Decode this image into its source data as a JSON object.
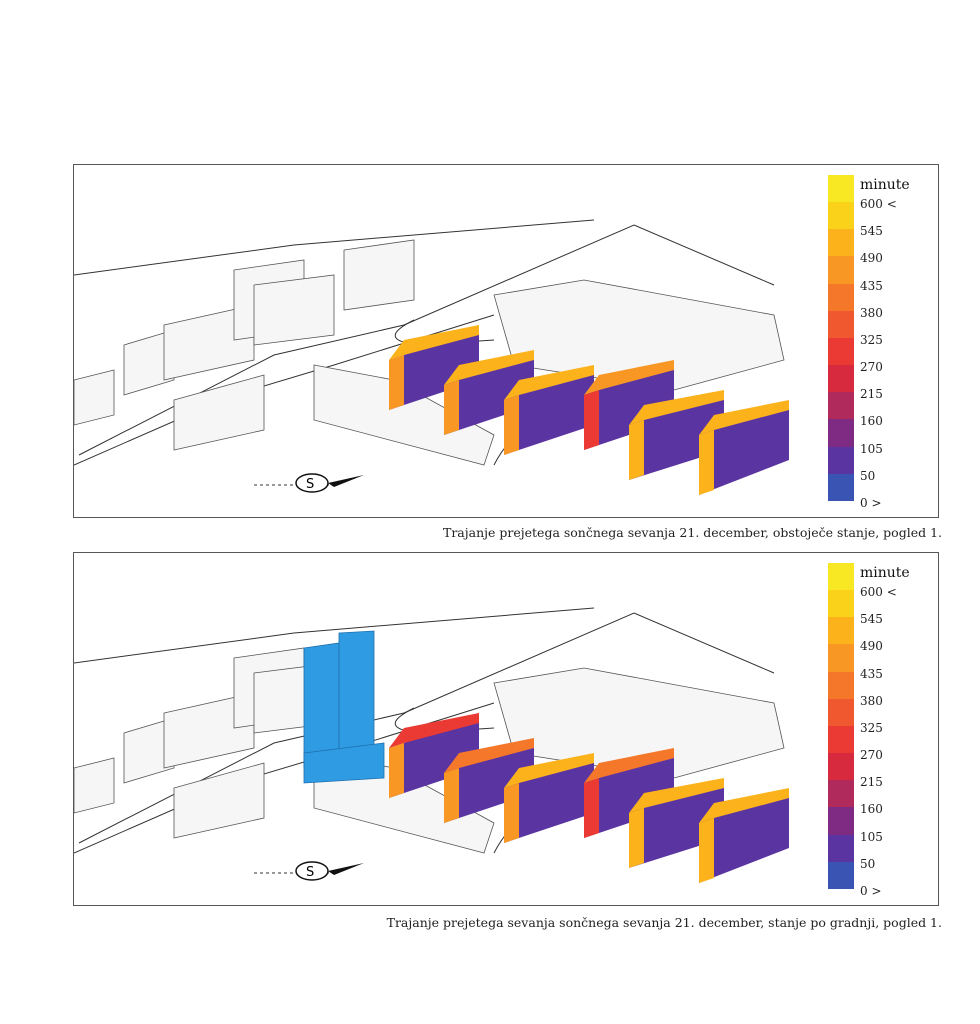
{
  "figures": [
    {
      "caption": "Trajanje prejetega sončnega sevanja 21. december, obstoječe stanje, pogled 1.",
      "legend": {
        "title": "minute",
        "labels": [
          "600 <",
          "545",
          "490",
          "435",
          "380",
          "325",
          "270",
          "215",
          "160",
          "105",
          "50",
          "0 >"
        ]
      },
      "new_tower": false
    },
    {
      "caption": "Trajanje prejetega sevanja sončnega sevanja 21. december, stanje po gradnji, pogled 1.",
      "legend": {
        "title": "minute",
        "labels": [
          "600 <",
          "545",
          "490",
          "435",
          "380",
          "325",
          "270",
          "215",
          "160",
          "105",
          "50",
          "0 >"
        ]
      },
      "new_tower": true
    }
  ],
  "compass_letter": "S",
  "colors": {
    "scale": [
      "#f7e823",
      "#fbd21a",
      "#fbb21b",
      "#f89724",
      "#f5782a",
      "#f0582f",
      "#eb3a33",
      "#d82a3f",
      "#b02a5c",
      "#7f2b84",
      "#5a34a1",
      "#3954b3"
    ],
    "building": "#f6f6f6",
    "new_tower": "#2f9be3"
  }
}
